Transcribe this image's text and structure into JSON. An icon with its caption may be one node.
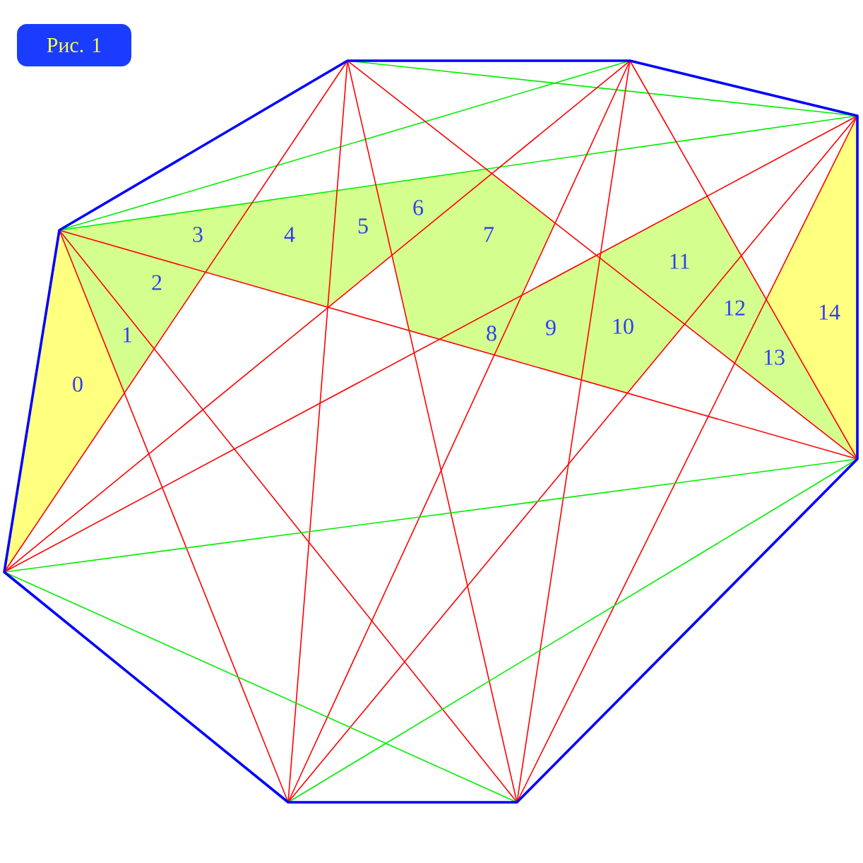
{
  "diagram": {
    "title": "Рис. 1",
    "labels": [
      "0",
      "1",
      "2",
      "3",
      "4",
      "5",
      "6",
      "7",
      "8",
      "9",
      "10",
      "11",
      "12",
      "13",
      "14"
    ]
  }
}
